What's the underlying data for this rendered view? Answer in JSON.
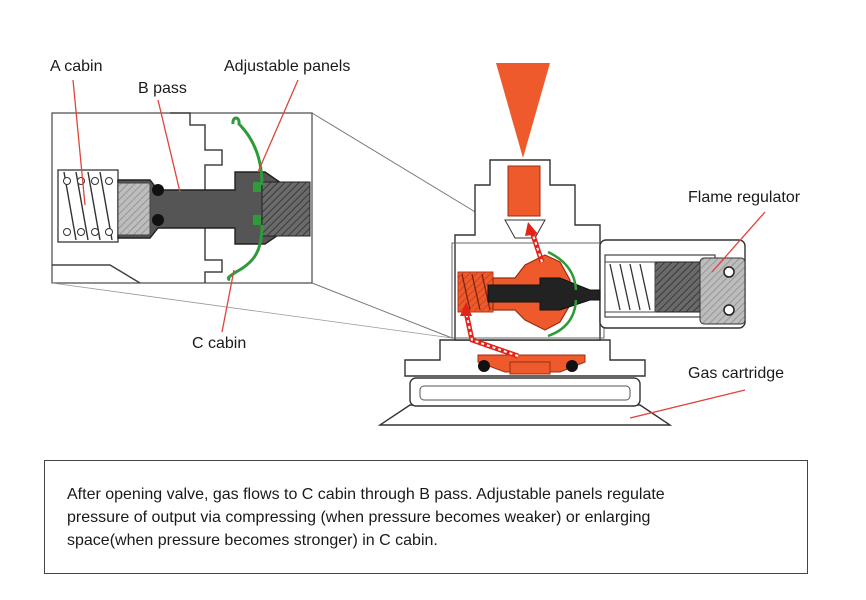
{
  "labels": {
    "a_cabin": "A cabin",
    "b_pass": "B pass",
    "adjustable_panels": "Adjustable panels",
    "c_cabin": "C cabin",
    "flame_regulator": "Flame regulator",
    "gas_cartridge": "Gas cartridge"
  },
  "caption": {
    "line1": "After opening valve, gas flows to C cabin through B pass. Adjustable panels regulate",
    "line2": "pressure of output via compressing (when pressure becomes weaker) or enlarging",
    "line3": "space(when pressure becomes stronger) in C cabin."
  },
  "colors": {
    "flame": "#ee5a2c",
    "gas_flow": "#e2231a",
    "leader": "#e0443a",
    "panels": "#2f9a3a",
    "metal": "#555555",
    "outline": "#333333"
  },
  "icons": {
    "flame": "flame-triangle-icon",
    "flow": "flow-arrow-icon"
  }
}
